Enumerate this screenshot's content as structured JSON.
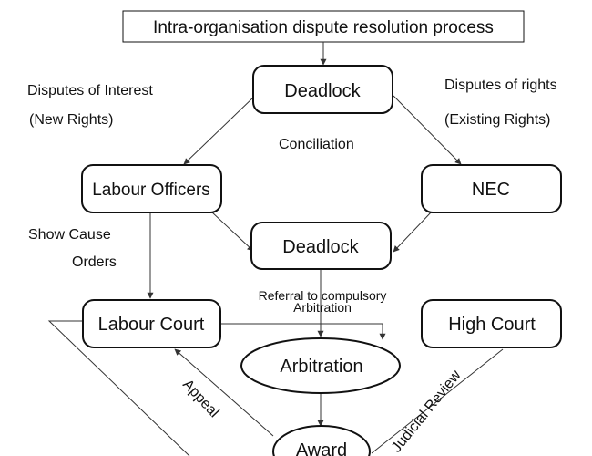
{
  "title": "Intra-organisation dispute resolution process",
  "nodes": {
    "deadlock_top": "Deadlock",
    "labour_officers": "Labour Officers",
    "nec": "NEC",
    "deadlock_mid": "Deadlock",
    "labour_court": "Labour Court",
    "arbitration": "Arbitration",
    "high_court": "High Court",
    "award": "Award"
  },
  "labels": {
    "disputes_interest": "Disputes of Interest",
    "new_rights": "(New Rights)",
    "disputes_rights": "Disputes of rights",
    "existing_rights": "(Existing Rights)",
    "conciliation": "Conciliation",
    "show_cause": "Show Cause",
    "orders": "Orders",
    "referral_line1": "Referral to compulsory",
    "referral_line2": "Arbitration",
    "appeal": "Appeal",
    "judicial_review": "Judicial Review"
  }
}
